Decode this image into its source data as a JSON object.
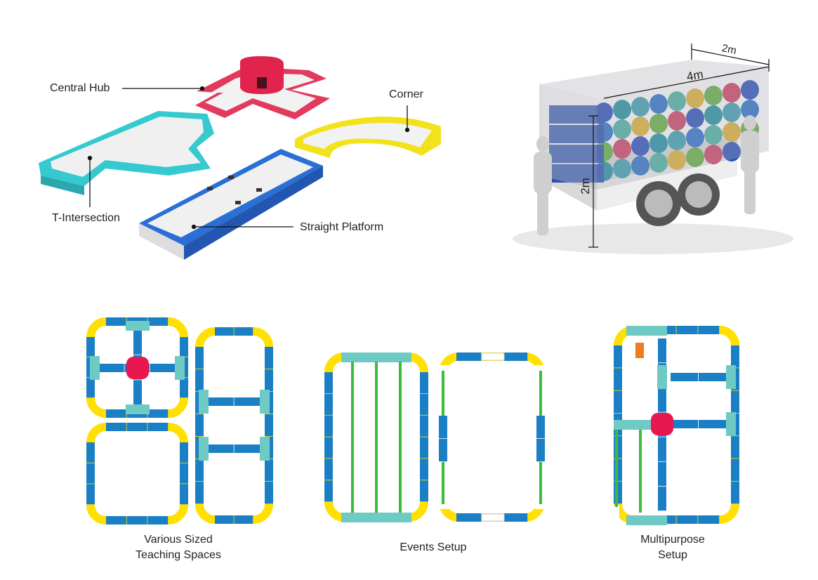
{
  "components": {
    "central_hub": "Central Hub",
    "corner": "Corner",
    "t_intersection": "T-Intersection",
    "straight_platform": "Straight Platform"
  },
  "trailer": {
    "width_dim": "2m",
    "length_dim": "4m",
    "height_dim": "2m"
  },
  "layouts": {
    "teaching": {
      "line1": "Various Sized",
      "line2": "Teaching Spaces"
    },
    "events": {
      "line1": "Events Setup"
    },
    "multipurpose": {
      "line1": "Multipurpose",
      "line2": "Setup"
    }
  },
  "colors": {
    "straight": "#1a7fc4",
    "corner": "#ffe000",
    "t_intersection": "#6fcac3",
    "hub": "#e8174f",
    "divider": "#3dbb3d",
    "accent": "#f07c1d"
  }
}
